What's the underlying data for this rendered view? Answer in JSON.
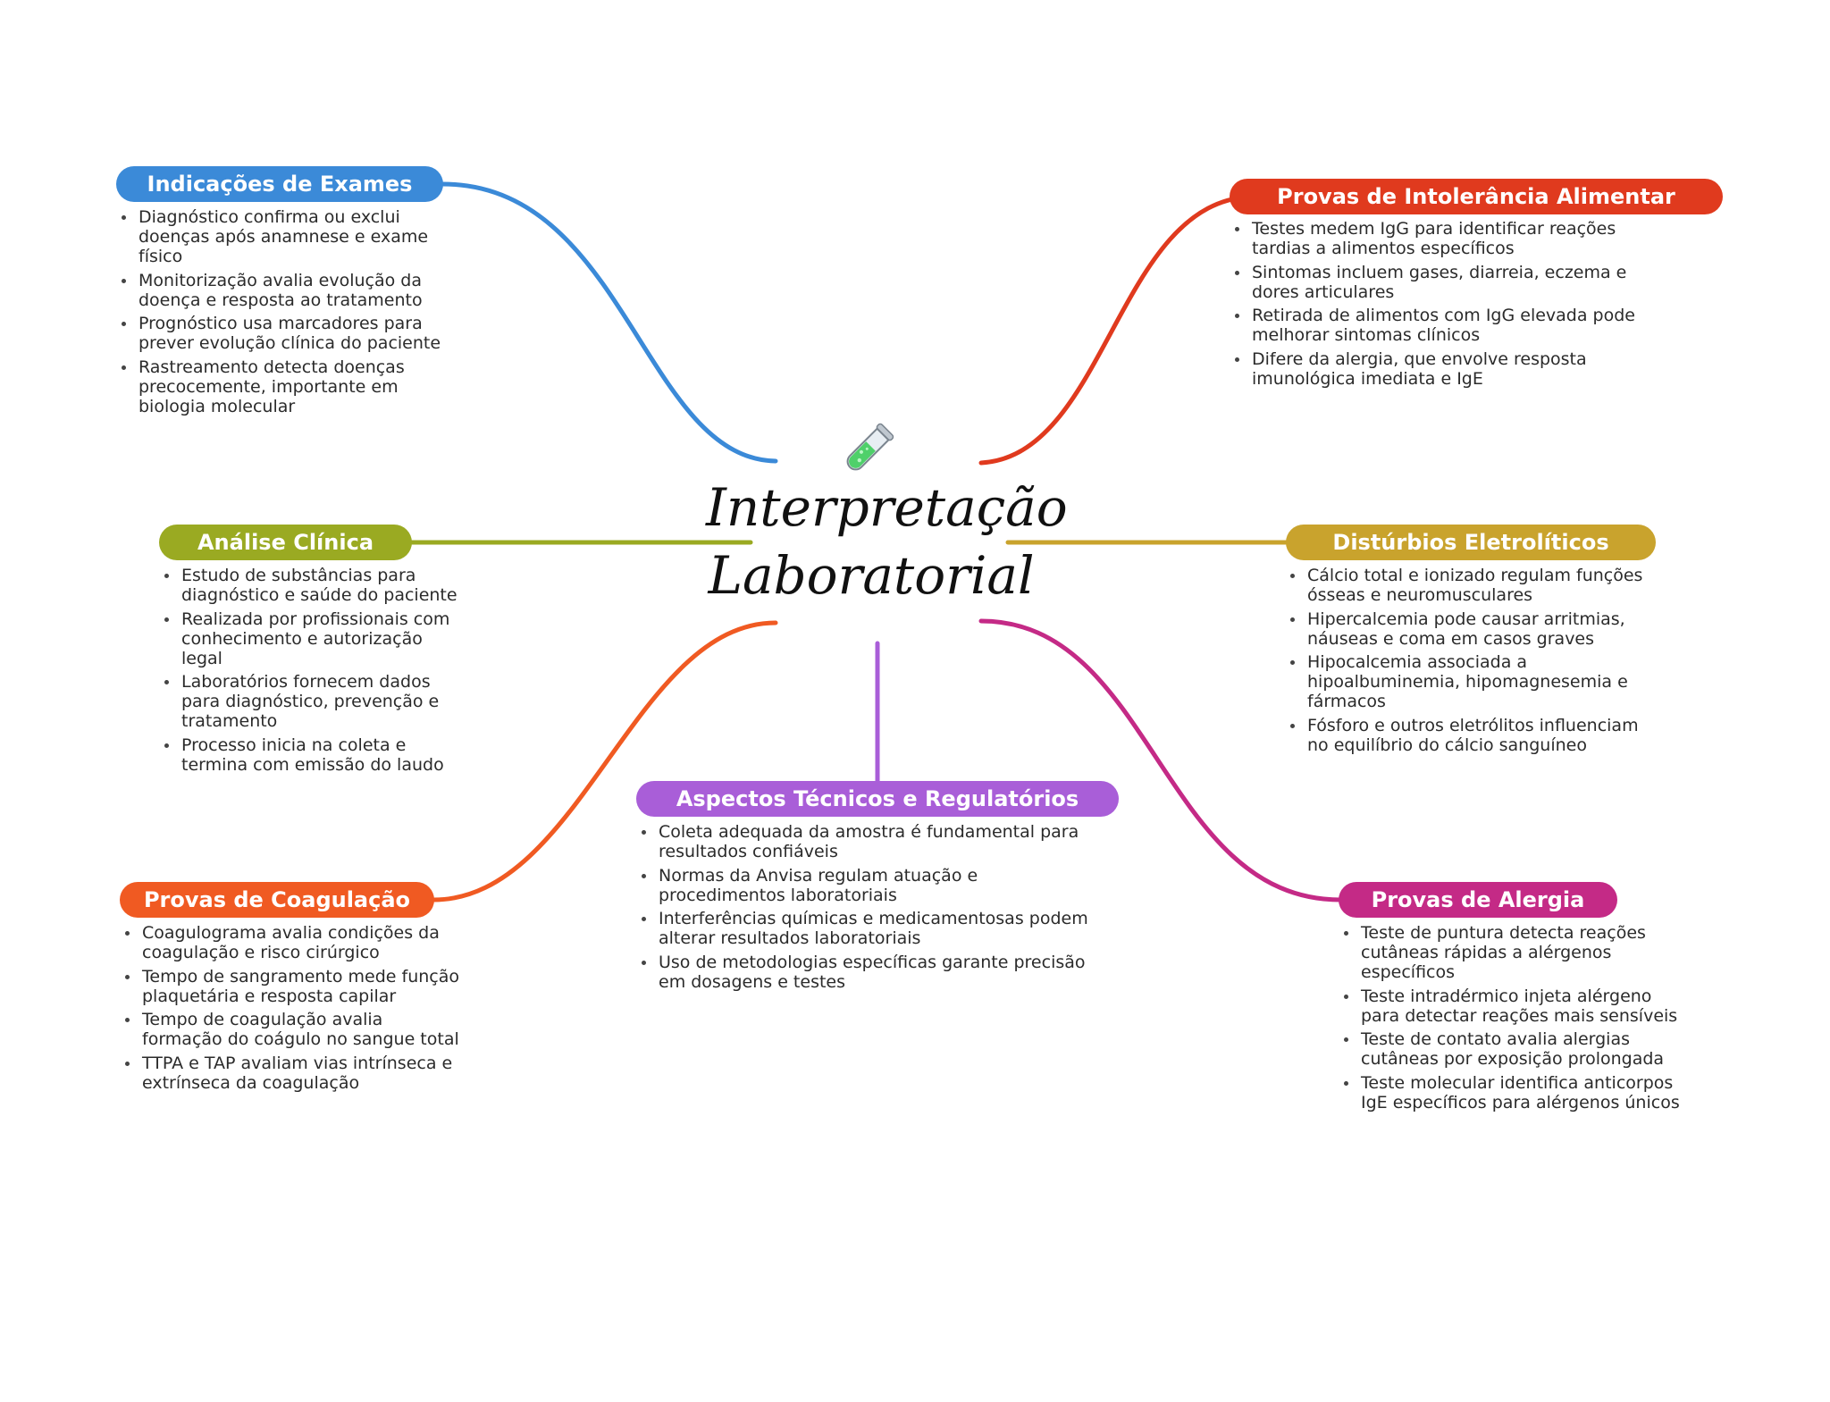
{
  "center": {
    "line1": "Interpretação",
    "line2": "Laboratorial",
    "icon": "test-tube-icon"
  },
  "colors": {
    "indicacoes": "#3b8ad8",
    "analise": "#9aaa22",
    "coagulacao": "#f05a22",
    "aspectos": "#a95ed8",
    "intolerancia": "#e03a1e",
    "disturbios": "#c9a32d",
    "alergia": "#c42a86"
  },
  "branches": {
    "indicacoes": {
      "title": "Indicações de Exames",
      "items": [
        "Diagnóstico confirma ou exclui doenças após anamnese e exame físico",
        "Monitorização avalia evolução da doença e resposta ao tratamento",
        "Prognóstico usa marcadores para prever evolução clínica do paciente",
        "Rastreamento detecta doenças precocemente, importante em biologia molecular"
      ]
    },
    "analise": {
      "title": "Análise Clínica",
      "items": [
        "Estudo de substâncias para diagnóstico e saúde do paciente",
        "Realizada por profissionais com conhecimento e autorização legal",
        "Laboratórios fornecem dados para diagnóstico, prevenção e tratamento",
        "Processo inicia na coleta e termina com emissão do laudo"
      ]
    },
    "coagulacao": {
      "title": "Provas de Coagulação",
      "items": [
        "Coagulograma avalia condições da coagulação e risco cirúrgico",
        "Tempo de sangramento mede função plaquetária e resposta capilar",
        "Tempo de coagulação avalia formação do coágulo no sangue total",
        "TTPA e TAP avaliam vias intrínseca e extrínseca da coagulação"
      ]
    },
    "aspectos": {
      "title": "Aspectos Técnicos e Regulatórios",
      "items": [
        "Coleta adequada da amostra é fundamental para resultados confiáveis",
        "Normas da Anvisa regulam atuação e procedimentos laboratoriais",
        "Interferências químicas e medicamentosas podem alterar resultados laboratoriais",
        "Uso de metodologias específicas garante precisão em dosagens e testes"
      ]
    },
    "intolerancia": {
      "title": "Provas de Intolerância Alimentar",
      "items": [
        "Testes medem IgG para identificar reações tardias a alimentos específicos",
        "Sintomas incluem gases, diarreia, eczema e dores articulares",
        "Retirada de alimentos com IgG elevada pode melhorar sintomas clínicos",
        "Difere da alergia, que envolve resposta imunológica imediata e IgE"
      ]
    },
    "disturbios": {
      "title": "Distúrbios Eletrolíticos",
      "items": [
        "Cálcio total e ionizado regulam funções ósseas e neuromusculares",
        "Hipercalcemia pode causar arritmias, náuseas e coma em casos graves",
        "Hipocalcemia associada a hipoalbuminemia, hipomagnesemia e fármacos",
        "Fósforo e outros eletrólitos influenciam no equilíbrio do cálcio sanguíneo"
      ]
    },
    "alergia": {
      "title": "Provas de Alergia",
      "items": [
        "Teste de puntura detecta reações cutâneas rápidas a alérgenos específicos",
        "Teste intradérmico injeta alérgeno para detectar reações mais sensíveis",
        "Teste de contato avalia alergias cutâneas por exposição prolongada",
        "Teste molecular identifica anticorpos IgE específicos para alérgenos únicos"
      ]
    }
  }
}
